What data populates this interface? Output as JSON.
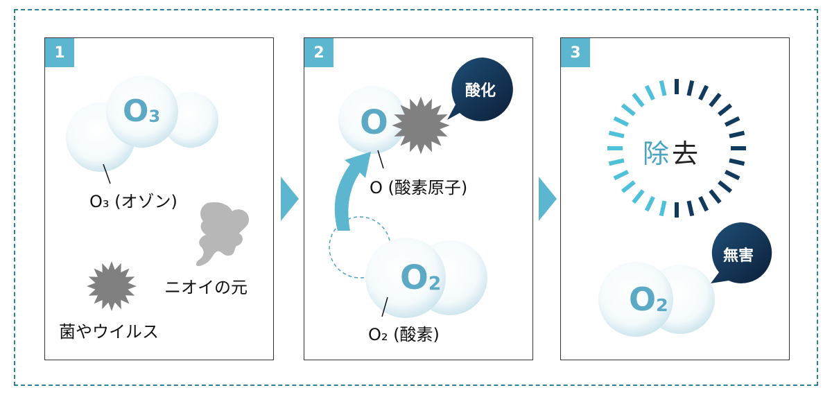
{
  "panels": [
    {
      "number": "1",
      "molecule": {
        "base": "O",
        "sub": "3"
      },
      "molecule_caption": "O₃ (オゾン)",
      "odor_label": "ニオイの元",
      "germ_label": "菌やウイルス"
    },
    {
      "number": "2",
      "atom_symbol": "O",
      "atom_caption": "O (酸素原子)",
      "badge": "酸化",
      "molecule": {
        "base": "O",
        "sub": "2"
      },
      "molecule_caption": "O₂ (酸素)"
    },
    {
      "number": "3",
      "center_text_main": "除",
      "center_text_rest": "去",
      "badge": "無害",
      "molecule": {
        "base": "O",
        "sub": "2"
      }
    }
  ],
  "colors": {
    "accent": "#5db6d0",
    "molecule_text": "#5ba9c4",
    "dark_badge": "#0f2a4a",
    "germ": "#808080",
    "border_dash": "#2f7f96"
  }
}
